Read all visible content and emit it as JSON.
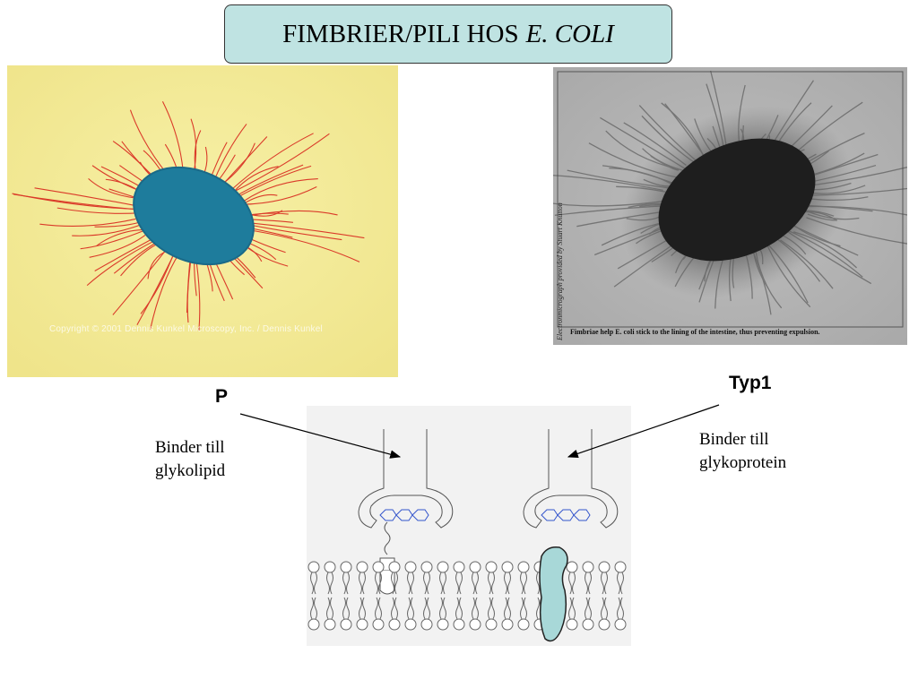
{
  "title": {
    "text": "FIMBRIER/PILI HOS",
    "italic": "E. COLI"
  },
  "left_micrograph": {
    "copyright": "Copyright © 2001 Dennis Kunkel Microscopy, Inc. / Dennis Kunkel",
    "colors": {
      "background": "#f4ec9c",
      "cell": "#1e7c9c",
      "pili": "#d8281e"
    }
  },
  "right_micrograph": {
    "credit": "Electronmicrograph provided by Stuart Knutton",
    "caption": "Fimbriae help E. coli stick to the lining of the intestine, thus preventing expulsion."
  },
  "labels": {
    "p": {
      "name": "P",
      "line1": "Binder till",
      "line2": "glykolipid"
    },
    "typ1": {
      "name": "Typ1",
      "line1": "Binder till",
      "line2": "glykoprotein"
    }
  },
  "colors": {
    "title_bg": "#bfe3e2",
    "protein": "#a8d8d8",
    "sugar": "#3355cc"
  }
}
